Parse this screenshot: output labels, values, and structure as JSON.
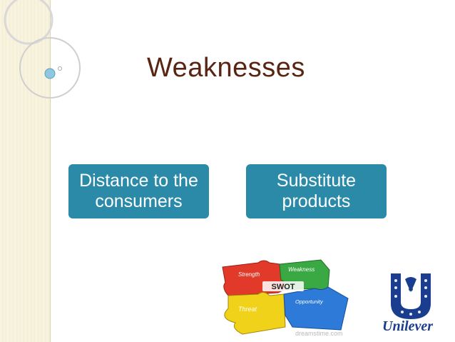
{
  "slide": {
    "title": "Weaknesses",
    "boxes": [
      {
        "text": "Distance to the consumers"
      },
      {
        "text": "Substitute products"
      }
    ]
  },
  "swot_image": {
    "center_label": "SWOT",
    "pieces": {
      "strength": "Strength",
      "weakness": "Weakness",
      "threat": "Threat",
      "opportunity": "Opportunity"
    },
    "colors": {
      "strength": "#e23a2a",
      "weakness": "#3aa843",
      "threat": "#f1d21a",
      "opportunity": "#2d7ad8"
    },
    "watermark": "dreamstime.com"
  },
  "logo": {
    "brand": "Unilever",
    "color": "#1a3d8f"
  },
  "theme": {
    "title_color": "#5a2412",
    "box_color": "#2b8aa7",
    "band_color": "#f6f0d8"
  }
}
